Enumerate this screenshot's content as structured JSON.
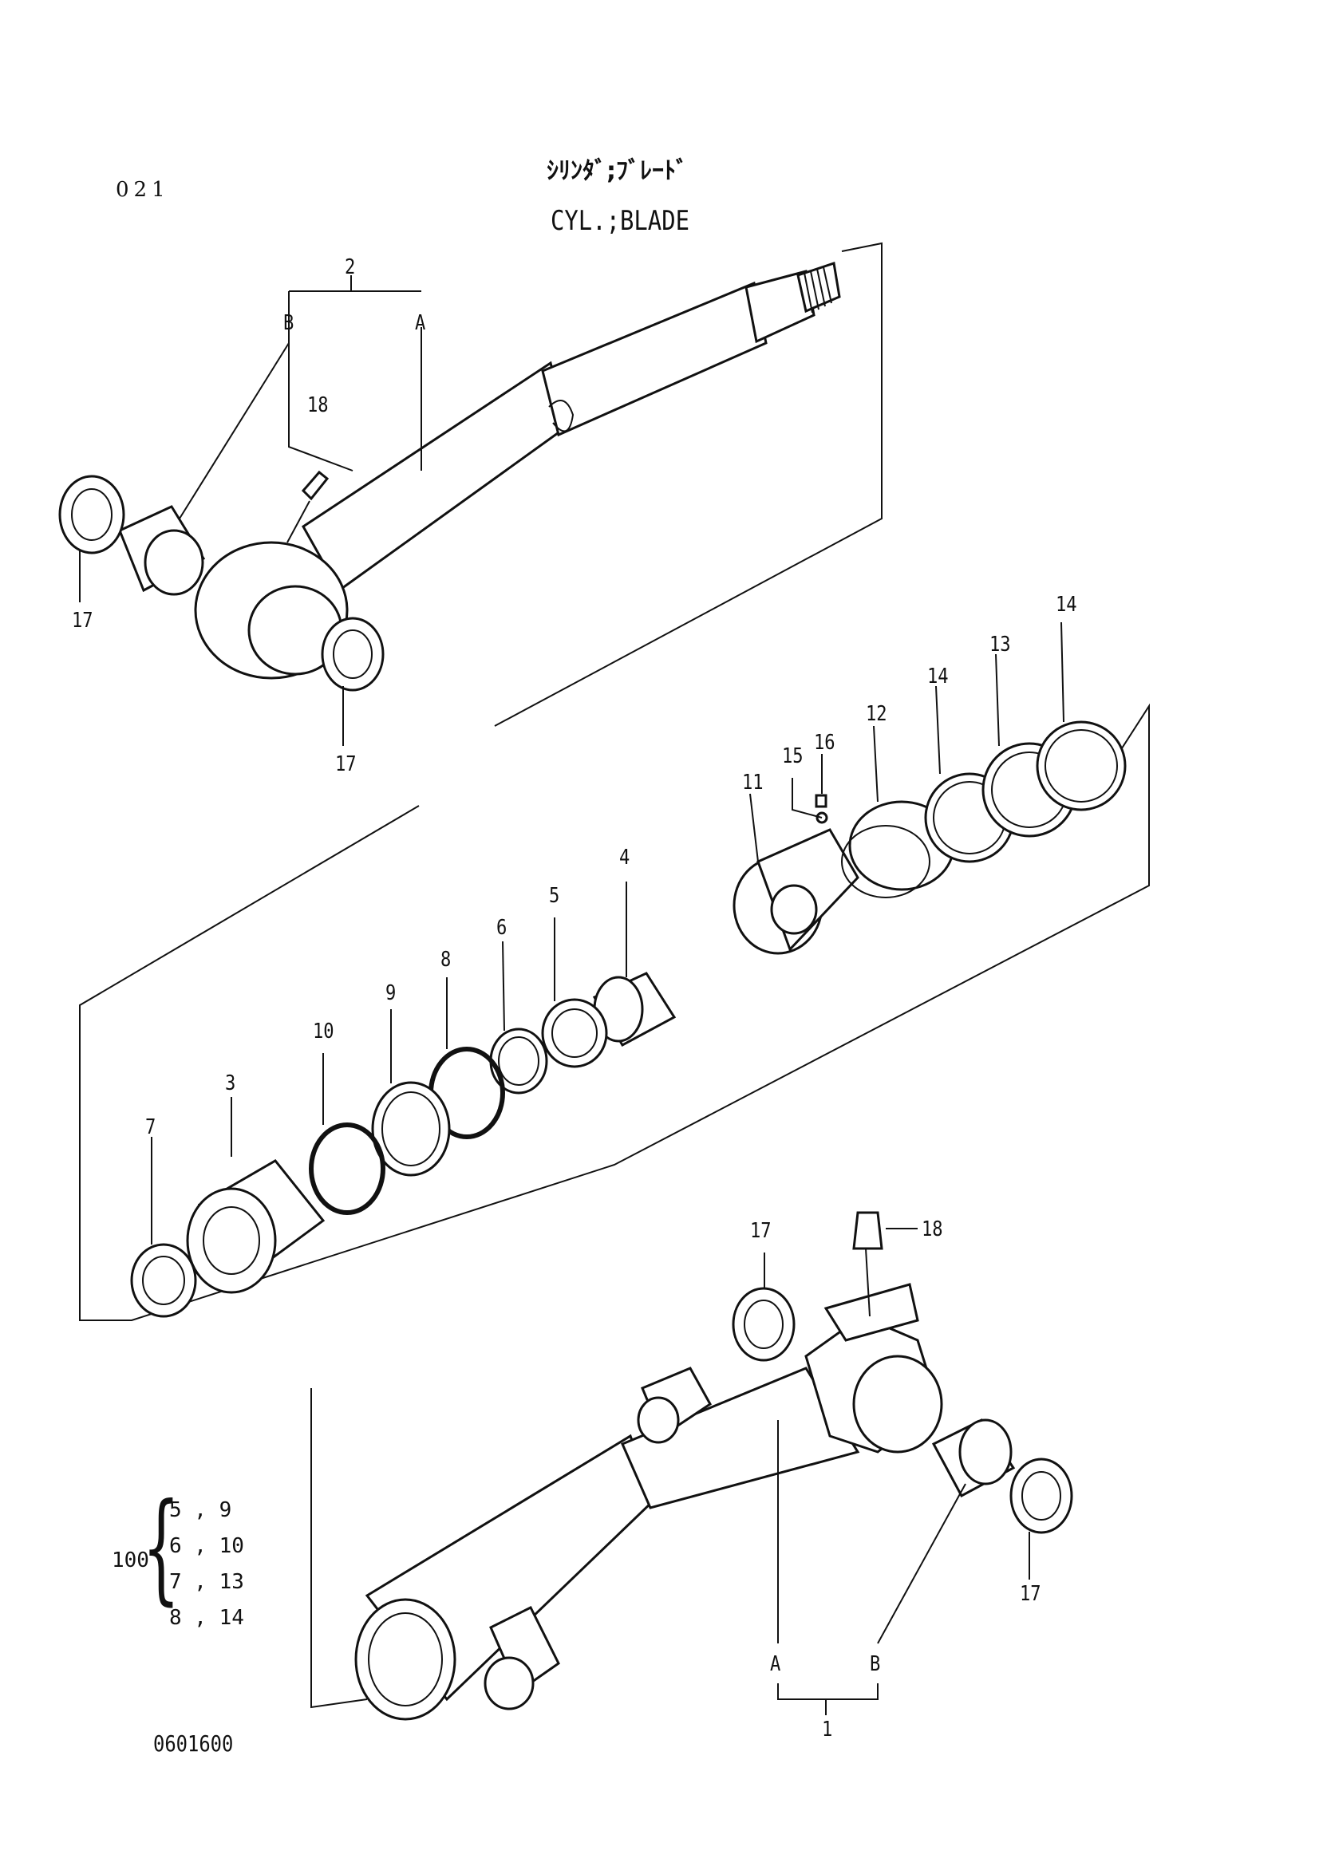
{
  "header": {
    "page_number": "021",
    "title_jp": "ｼﾘﾝﾀﾞ;ﾌﾞﾚｰﾄﾞ",
    "title_en": "CYL.;BLADE"
  },
  "callouts": {
    "c1": "1",
    "c2": "2",
    "c3": "3",
    "c4": "4",
    "c5": "5",
    "c6": "6",
    "c7": "7",
    "c8": "8",
    "c9": "9",
    "c10": "10",
    "c11": "11",
    "c12": "12",
    "c13": "13",
    "c14a": "14",
    "c14b": "14",
    "c15": "15",
    "c16": "16",
    "c17a": "17",
    "c17b": "17",
    "c17c": "17",
    "c17d": "17",
    "c18a": "18",
    "c18b": "18",
    "rodA": "A",
    "rodB": "B",
    "tubeA": "A",
    "tubeB": "B"
  },
  "seal_kit": {
    "number": "100",
    "items": [
      "5 , 9",
      "6 , 10",
      "7 , 13",
      "8 , 14"
    ]
  },
  "footer": {
    "drawing_number": "0601600"
  }
}
